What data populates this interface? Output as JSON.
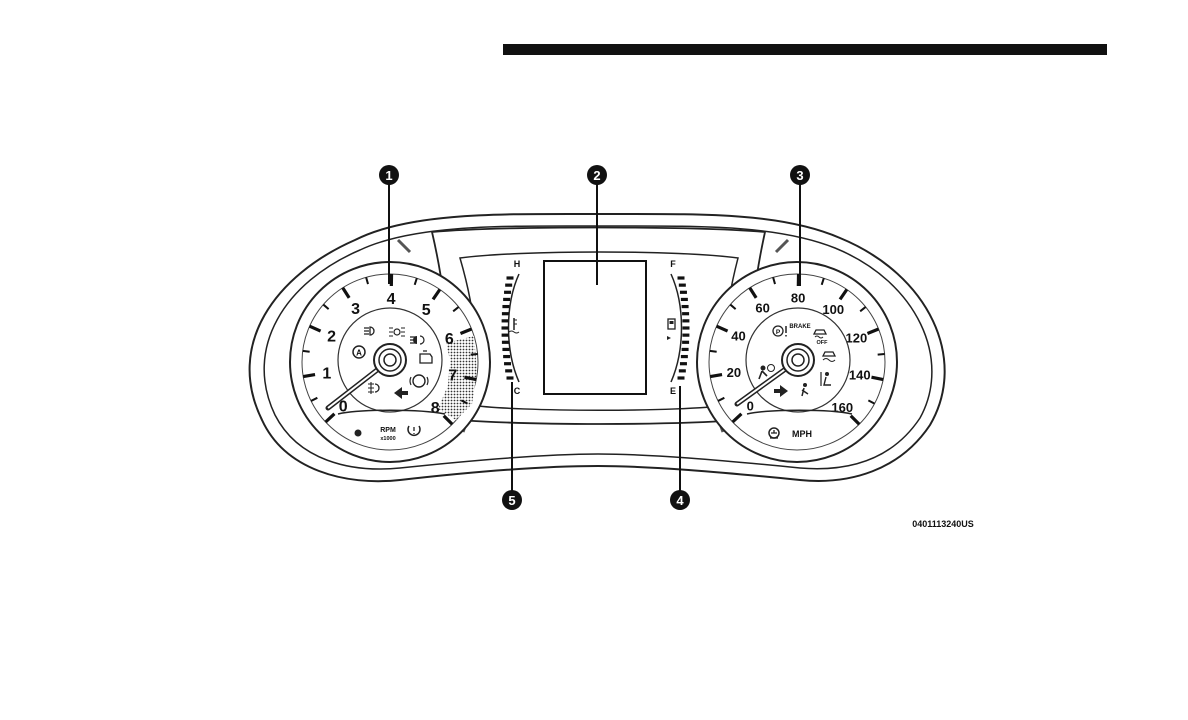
{
  "figure_id": "0401113240US",
  "callouts": [
    "1",
    "2",
    "3",
    "4",
    "5"
  ],
  "tachometer": {
    "numbers": [
      "0",
      "1",
      "2",
      "3",
      "4",
      "5",
      "6",
      "7",
      "8"
    ],
    "unit_top": "RPM",
    "unit_bottom": "x1000"
  },
  "speedometer": {
    "numbers": [
      "0",
      "20",
      "40",
      "60",
      "80",
      "100",
      "120",
      "140",
      "160"
    ],
    "unit": "MPH",
    "brake_label": "BRAKE",
    "off_label": "OFF"
  },
  "temp_gauge": {
    "hot": "H",
    "cold": "C"
  },
  "fuel_gauge": {
    "full": "F",
    "empty": "E"
  },
  "icons": [
    "auto-stop-icon",
    "low-beam-icon",
    "park-lamp-icon",
    "high-beam-icon",
    "auto-high-beam-icon",
    "check-engine-icon",
    "front-fog-icon",
    "left-turn-icon",
    "electric-park-brake-icon",
    "tpms-icon",
    "coolant-temp-icon",
    "fuel-pump-icon",
    "brake-warning-icon",
    "traction-off-icon",
    "stability-control-icon",
    "airbag-icon",
    "right-turn-icon",
    "seatbelt-icon",
    "passenger-seatbelt-icon",
    "cruise-icon"
  ]
}
